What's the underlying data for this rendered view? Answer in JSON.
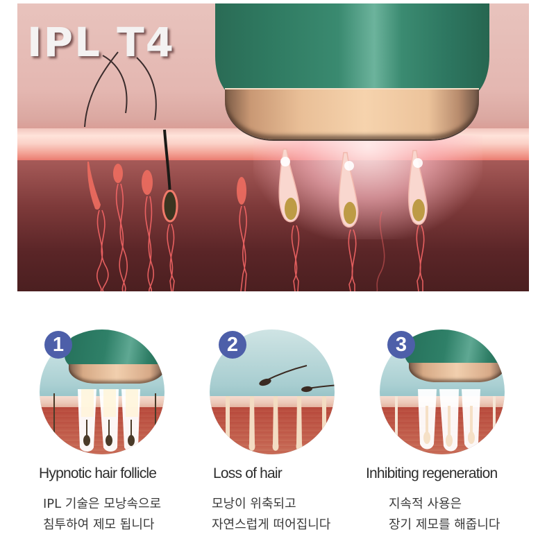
{
  "hero": {
    "title": "IPL T4",
    "colors": {
      "device_green": "#2f7a61",
      "device_gold": "#f1cfae",
      "skin_surface": "#fbd2c8",
      "dermis": "#5a2527"
    }
  },
  "steps": [
    {
      "number": "1",
      "title": "Hypnotic hair follicle",
      "desc_line1": "IPL 기술은 모낭속으로",
      "desc_line2": "침투하여 제모 됩니다",
      "illustration": "device-emitting-light-into-follicles"
    },
    {
      "number": "2",
      "title": "Loss of hair",
      "desc_line1": "모낭이 위축되고",
      "desc_line2": "자연스럽게 떠어집니다",
      "illustration": "hairs-falling-out-of-skin"
    },
    {
      "number": "3",
      "title": "Inhibiting regeneration",
      "desc_line1": "지속적 사용은",
      "desc_line2": "장기 제모를 해줍니다",
      "illustration": "device-over-empty-follicles"
    }
  ],
  "badge_color": "#4d5fa9"
}
